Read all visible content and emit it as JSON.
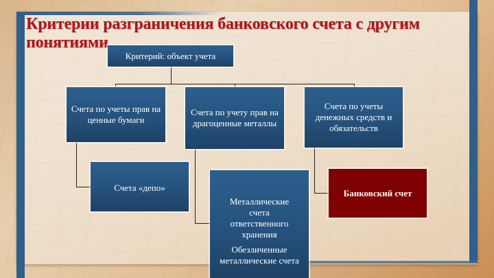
{
  "slide": {
    "title": "Критерии разграничения банковского счета с другим понятиями",
    "colors": {
      "title": "#b3121a",
      "box_blue": "#25527d",
      "box_red": "#7f0000",
      "frame_blue": "#2f5f8a"
    }
  },
  "diagram": {
    "root": {
      "label": "Критерий: объект учета"
    },
    "categories": [
      {
        "label": "Счета по учеты прав на ценные бумаги"
      },
      {
        "label": "Счета по учету прав на драгоценные металлы"
      },
      {
        "label": "Счета по учеты денежных средств и обязательств"
      }
    ],
    "children": {
      "securities": {
        "label": "Счета «депо»"
      },
      "metals": {
        "label_1": "Металлические счета ответственного хранения",
        "label_2": "Обезличенные металлические счета"
      },
      "money": {
        "label": "Банковский счет"
      }
    }
  }
}
